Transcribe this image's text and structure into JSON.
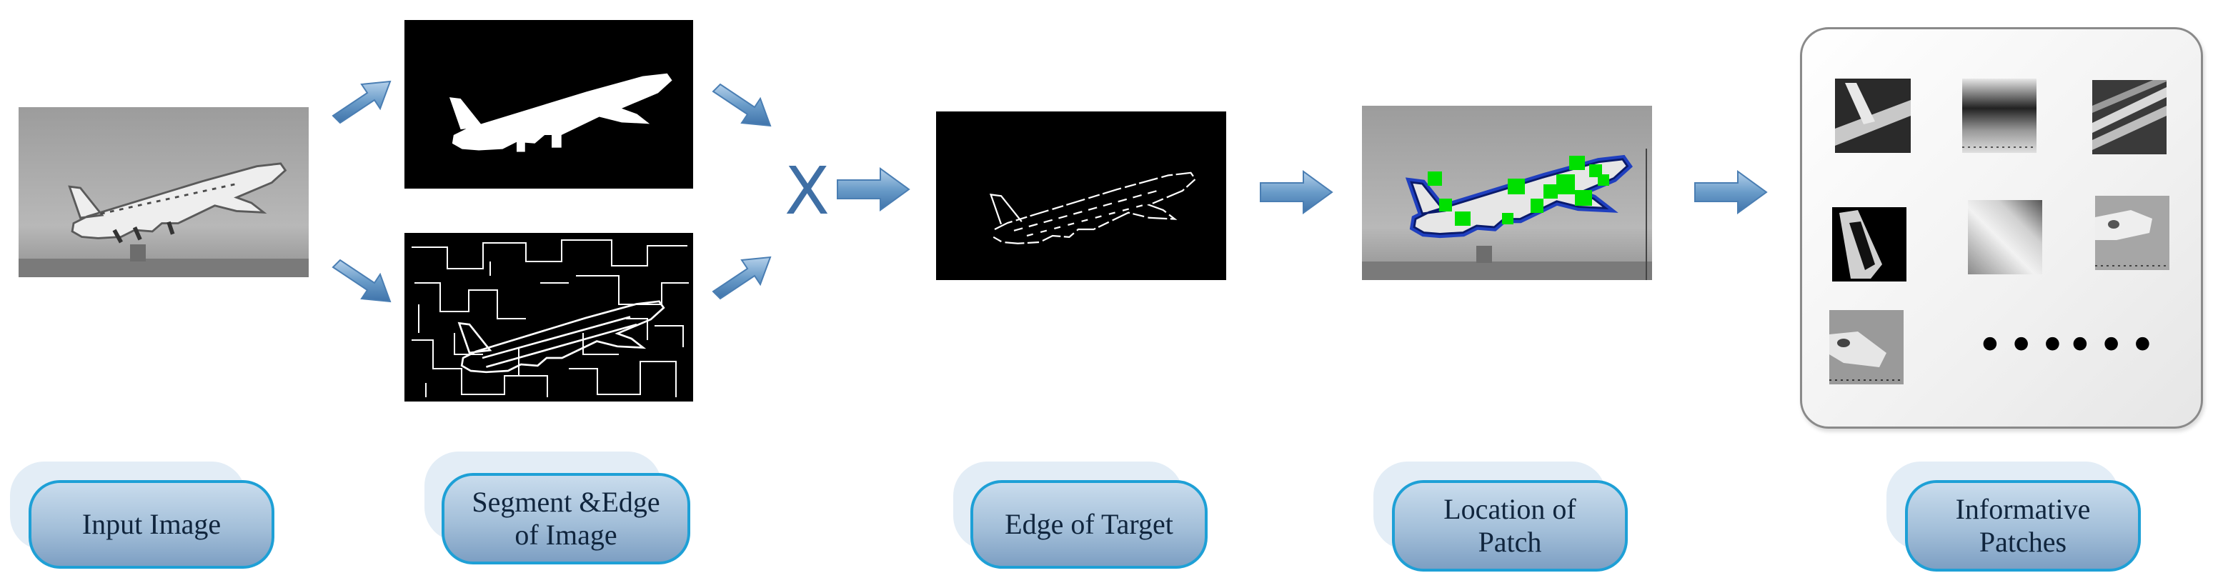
{
  "labels": {
    "input": "Input Image",
    "segment": "Segment &Edge\nof Image",
    "edge": "Edge of Target",
    "location": "Location of\nPatch",
    "informative": "Informative\nPatches"
  },
  "operator": "X",
  "ellipsis": [
    "•••",
    "•••"
  ],
  "colors": {
    "arrow": "#6a9cc9",
    "pill_border": "#1ea0d6",
    "contour": "#1f3fbf",
    "patch_marker": "#00e000"
  },
  "icons": [
    "airplane-photo",
    "airplane-silhouette-mask",
    "edge-map",
    "target-edge",
    "patch-locations",
    "patch-thumbnail",
    "right-arrow"
  ]
}
